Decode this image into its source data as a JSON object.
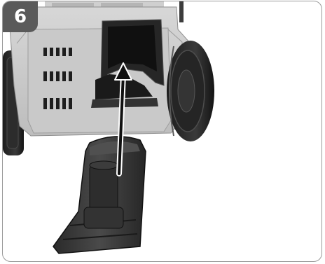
{
  "step": {
    "number": "6"
  },
  "illustration": {
    "subject": "mower-rear-with-grass-deflector",
    "arrow_direction": "up"
  },
  "colors": {
    "badge_background": "#5a5a5a",
    "badge_text": "#ffffff",
    "frame_border": "#9a9a9a",
    "arrow": "#111111"
  }
}
